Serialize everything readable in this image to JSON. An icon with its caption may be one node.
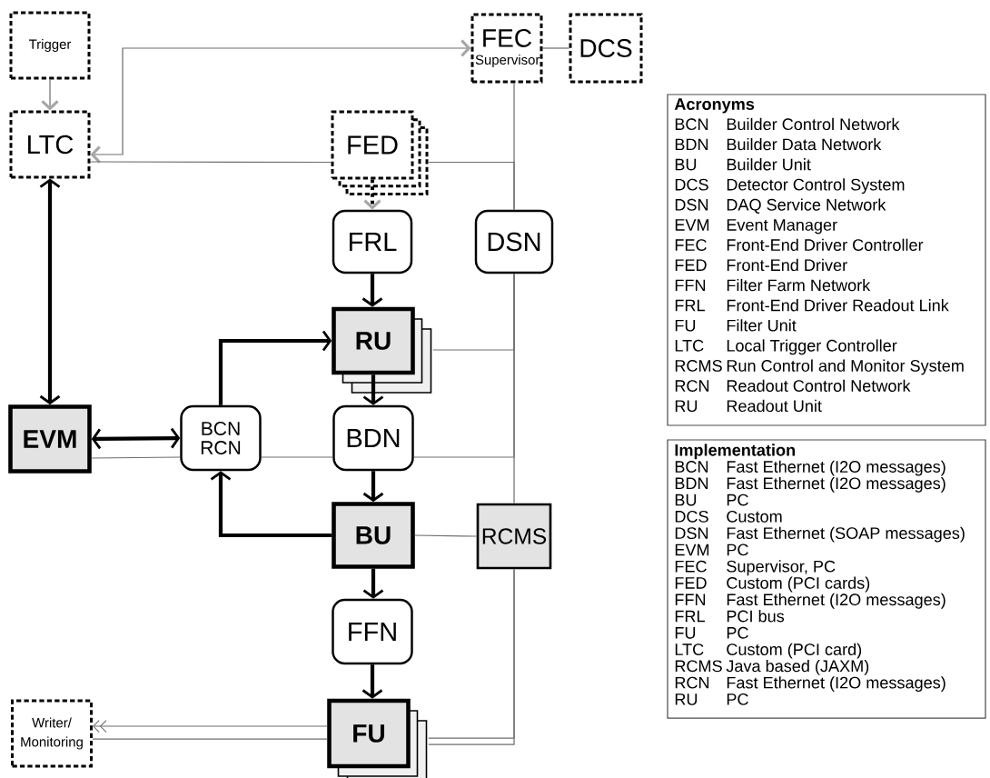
{
  "diagram": {
    "nodes": [
      {
        "text": [
          "Trigger"
        ]
      },
      {
        "text": [
          "FEC",
          "Supervisor"
        ]
      },
      {
        "text": [
          "DCS"
        ]
      },
      {
        "text": [
          "LTC"
        ]
      },
      {
        "text": [
          "FED"
        ]
      },
      {
        "text": [
          "FRL"
        ]
      },
      {
        "text": [
          "DSN"
        ]
      },
      {
        "text": [
          "RU"
        ]
      },
      {
        "text": [
          "EVM"
        ]
      },
      {
        "text": [
          "BCN RCN"
        ]
      },
      {
        "text": [
          "BDN"
        ]
      },
      {
        "text": [
          "BU"
        ]
      },
      {
        "text": [
          "RCMS"
        ]
      },
      {
        "text": [
          "FFN"
        ]
      },
      {
        "text": [
          "Writer/ Monitoring"
        ]
      },
      {
        "text": [
          "FU"
        ]
      },
      {
        "text": [
          "Acronyms",
          "BCN",
          "Builder Control Network",
          "BDN",
          "Builder Data Network",
          "BU",
          "Builder Unit",
          "DCS",
          "Detector Control System",
          "DSN",
          "DAQ Service Network",
          "EVM",
          "Event Manager",
          "FEC",
          "Front-End Driver Controller",
          "FED",
          "Front-End Driver",
          "FFN",
          "Filter Farm Network",
          "FRL",
          "Front-End Driver Readout Link",
          "FU",
          "Filter Unit",
          "LTC",
          "Local Trigger Controller",
          "RCMS",
          "Run Control and Monitor System",
          "RCN",
          "Readout Control Network",
          "RU",
          "Readout Unit"
        ]
      },
      {
        "text": [
          "Implementation",
          "BCN",
          "Fast Ethernet (I2O messages)",
          "BDN",
          "Fast Ethernet (I2O messages)",
          "BU",
          "PC",
          "DCS",
          "Custom",
          "DSN",
          "Fast Ethernet (SOAP messages)",
          "EVM",
          "PC",
          "FEC",
          "Supervisor, PC",
          "FED",
          "Custom (PCI cards)",
          "FFN",
          "Fast Ethernet (I2O messages)",
          "FRL",
          "PCI bus",
          "FU",
          "PC",
          "LTC",
          "Custom (PCI card)",
          "RCMS",
          "Java based (JAXM)",
          "RCN",
          "Fast Ethernet (I2O messages)",
          "RU",
          "PC"
        ]
      }
    ],
    "edges": [
      {
        "from": 0,
        "to": 3,
        "arrow": "to"
      },
      {
        "from": 3,
        "to": 1,
        "arrow": "both"
      },
      {
        "from": 1,
        "to": 2,
        "arrow": "none"
      },
      {
        "from": 3,
        "to": 4,
        "arrow": "none"
      },
      {
        "from": 4,
        "to": 6,
        "arrow": "none"
      },
      {
        "from": 1,
        "to": 6,
        "arrow": "none"
      },
      {
        "from": 4,
        "to": 5,
        "arrow": "to",
        "style": "dashed",
        "color": "#000000"
      },
      {
        "from": 5,
        "to": 7,
        "arrow": "to",
        "style": "thick",
        "color": "#000000"
      },
      {
        "from": 3,
        "to": 8,
        "arrow": "both",
        "style": "thick",
        "color": "#000000"
      },
      {
        "from": 8,
        "to": 9,
        "arrow": "both",
        "style": "thick",
        "color": "#000000"
      },
      {
        "from": 8,
        "to": 9,
        "arrow": "none"
      },
      {
        "from": 9,
        "to": 7,
        "arrow": "to",
        "style": "thick",
        "color": "#000000"
      },
      {
        "from": 6,
        "to": 7,
        "arrow": "none"
      },
      {
        "from": 7,
        "to": 10,
        "arrow": "to",
        "style": "thick",
        "color": "#000000"
      },
      {
        "from": 9,
        "to": 10,
        "arrow": "none"
      },
      {
        "from": 10,
        "to": 6,
        "arrow": "none"
      },
      {
        "from": 10,
        "to": 11,
        "arrow": "to",
        "style": "thick",
        "color": "#000000"
      },
      {
        "from": 11,
        "to": 9,
        "arrow": "to",
        "style": "thick",
        "color": "#000000"
      },
      {
        "from": 6,
        "to": 12,
        "arrow": "none"
      },
      {
        "from": 11,
        "to": 12,
        "arrow": "none"
      },
      {
        "from": 11,
        "to": 13,
        "arrow": "to",
        "style": "thick",
        "color": "#000000"
      },
      {
        "from": 13,
        "to": 15,
        "arrow": "to",
        "style": "thick",
        "color": "#000000"
      },
      {
        "from": 15,
        "to": 14,
        "arrow": "to"
      },
      {
        "from": 14,
        "to": 15,
        "arrow": "none"
      },
      {
        "from": 15,
        "to": 12,
        "arrow": "none"
      },
      {
        "from": 15,
        "to": 12,
        "arrow": "none"
      }
    ]
  }
}
